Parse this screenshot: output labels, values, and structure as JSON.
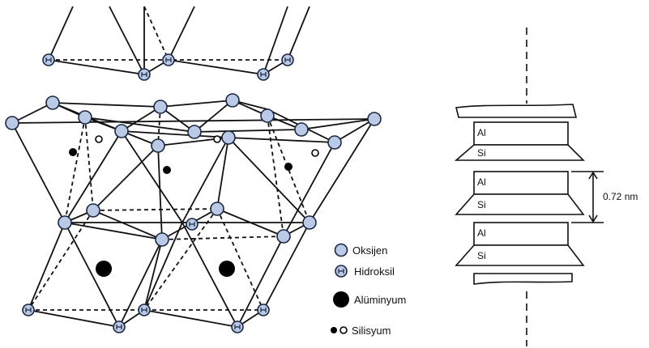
{
  "legend": {
    "oxygen": "Oksijen",
    "hydroxyl": "Hidroksil",
    "aluminium": "Alüminyum",
    "silicon": "Silisyum"
  },
  "stack": {
    "layers": [
      {
        "al": "Al",
        "si": "Si"
      },
      {
        "al": "Al",
        "si": "Si"
      },
      {
        "al": "Al",
        "si": "Si"
      }
    ],
    "spacing": "0.72 nm"
  },
  "colors": {
    "oxygen_fill": "#b9c9e6",
    "atom_stroke": "#1a2740",
    "line": "#111111",
    "metal": "#000000"
  },
  "icons": {
    "oxygen": "light-blue-circle",
    "hydroxyl": "light-blue-circle-with-h",
    "aluminium": "black-large-circle",
    "silicon": "black-and-white-small-circles"
  }
}
